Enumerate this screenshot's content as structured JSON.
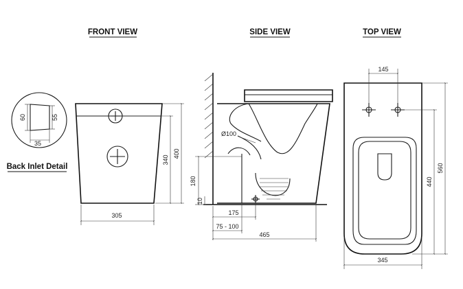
{
  "views": {
    "front": "FRONT VIEW",
    "side": "SIDE VIEW",
    "top": "TOP VIEW",
    "inlet_detail": "Back Inlet Detail"
  },
  "dimensions": {
    "inlet_height": "60",
    "inlet_height_outer": "55",
    "inlet_width": "35",
    "front_width": "305",
    "front_inlet_height": "340",
    "front_total_height": "400",
    "pipe_diameter": "Ø100",
    "waste_height": "180",
    "waste_base": "10",
    "side_offset": "175",
    "side_range": "75 - 100",
    "side_depth": "465",
    "tap_spacing": "145",
    "top_inner_length": "440",
    "top_total_length": "560",
    "top_width": "345"
  }
}
